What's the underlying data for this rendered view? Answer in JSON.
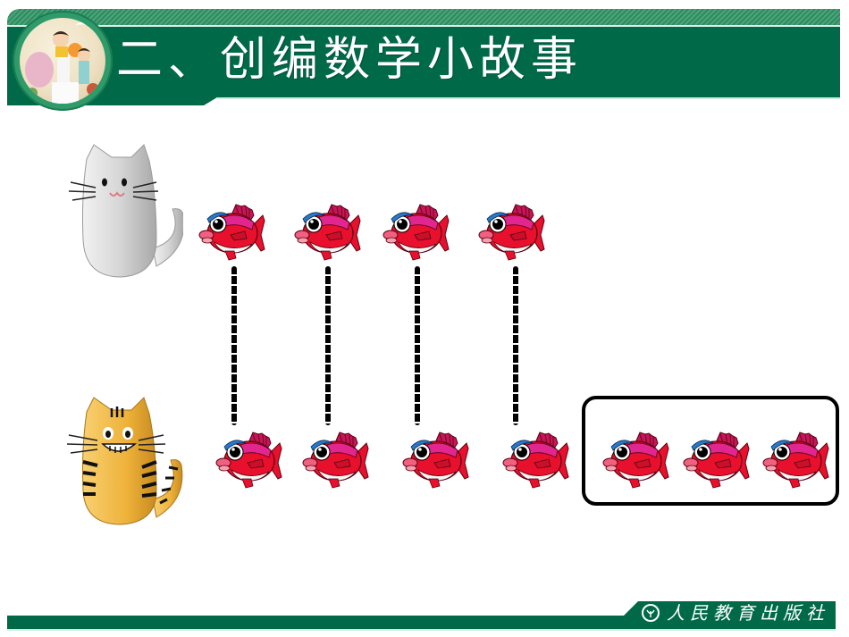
{
  "slide": {
    "title": "二、创编数学小故事",
    "publisher": "人民教育出版社",
    "colors": {
      "header_green": "#006a48",
      "stripe_green": "#4aa57b",
      "fish_red": "#e8102c",
      "fish_fin": "#c2185b",
      "white_cat": "#d9d9d9",
      "tiger_cat": "#f0b63c"
    }
  },
  "rows": [
    {
      "label": "white-cat-row",
      "cat": "white-cat",
      "fish_count": 4
    },
    {
      "label": "tiger-cat-row",
      "cat": "tiger-cat",
      "fish_count": 7,
      "matched_count": 4,
      "extra_count": 3
    }
  ],
  "connectors": 4,
  "icons": {
    "fish": "fish-icon",
    "white_cat": "white-cat-icon",
    "tiger_cat": "tiger-cat-icon",
    "badge": "children-illustration-icon",
    "publisher_logo": "pep-logo-icon"
  }
}
